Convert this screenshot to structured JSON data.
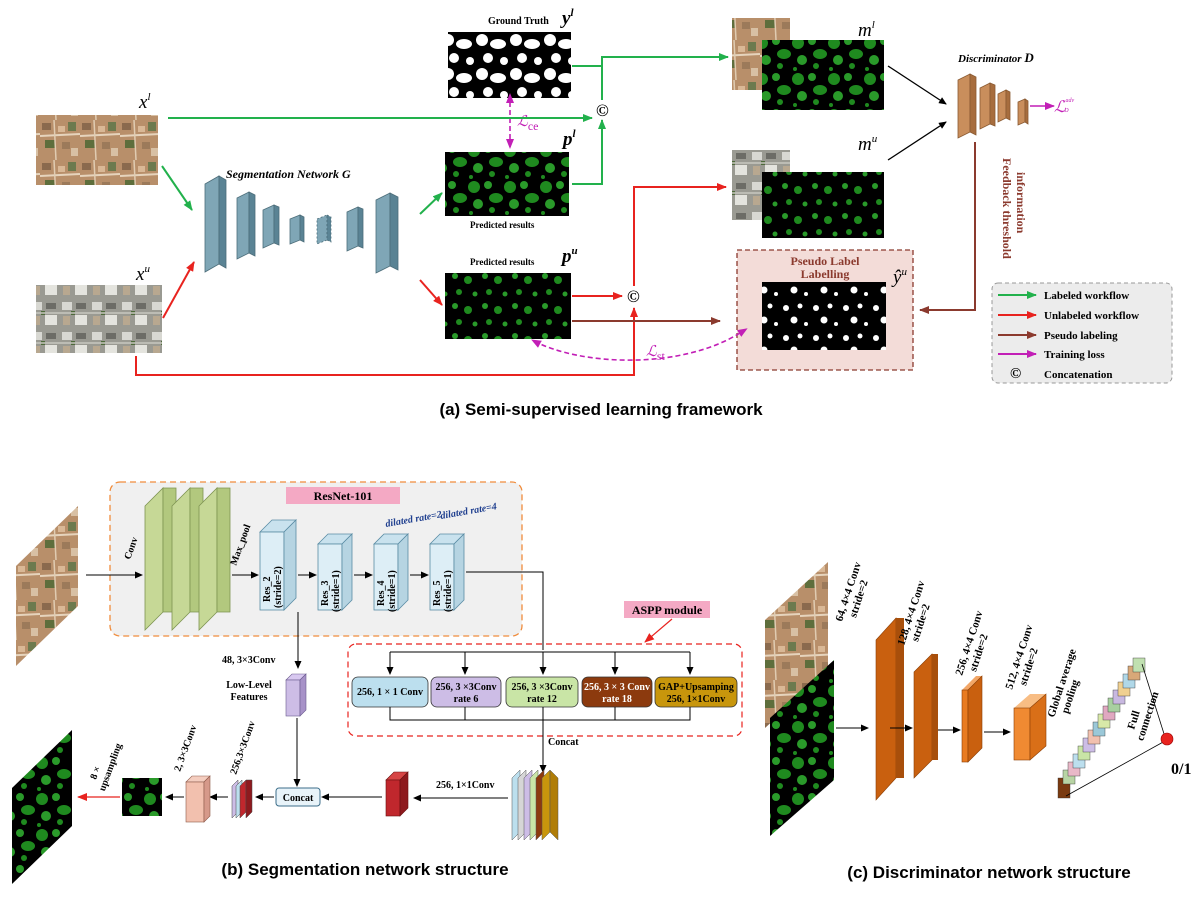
{
  "panel_a": {
    "caption": "(a) Semi-supervised learning framework",
    "x_l": "x",
    "x_l_sup": "l",
    "x_u": "x",
    "x_u_sup": "u",
    "seg_net": "Segmentation Network G",
    "ground_truth": "Ground Truth",
    "y_l": "y",
    "y_l_sup": "l",
    "p_l": "p",
    "p_l_sup": "l",
    "p_u": "p",
    "p_u_sup": "u",
    "predicted_results_1": "Predicted results",
    "predicted_results_2": "Predicted results",
    "l_ce": "ℒ",
    "l_ce_sub": "ce",
    "l_st": "ℒ",
    "l_st_sub": "st",
    "m_l": "m",
    "m_l_sup": "l",
    "m_u": "m",
    "m_u_sup": "u",
    "discriminator": "Discriminator",
    "discriminator_d": "D",
    "l_adv": "ℒ",
    "l_adv_sup": "adv",
    "l_adv_sub": "D",
    "concat_symbol": "©",
    "feedback_line1": "Feedback threshold",
    "feedback_line2": "information",
    "pseudo_label_line1": "Pseudo Label",
    "pseudo_label_line2": "Labelling",
    "y_hat_u": "ŷ",
    "y_hat_u_sup": "u",
    "legend": [
      {
        "label": "Labeled workflow",
        "color": "#22b14c",
        "kind": "arrow"
      },
      {
        "label": "Unlabeled workflow",
        "color": "#e8231f",
        "kind": "arrow"
      },
      {
        "label": "Pseudo labeling",
        "color": "#8b3a2e",
        "kind": "arrow"
      },
      {
        "label": "Training loss",
        "color": "#c21fb6",
        "kind": "arrow"
      },
      {
        "label": "Concatenation",
        "color": "#000000",
        "kind": "symbol",
        "symbol": "©"
      }
    ]
  },
  "panel_b": {
    "caption": "(b) Segmentation network structure",
    "resnet": "ResNet-101",
    "conv": "Conv",
    "max_pool": "Max_pool",
    "dilated2": "dilated rate=2",
    "dilated4": "dilated rate=4",
    "res_blocks": [
      {
        "name": "Res_2",
        "stride": "(stride=2)"
      },
      {
        "name": "Res_3",
        "stride": "(stride=1)"
      },
      {
        "name": "Res_4",
        "stride": "(stride=1)"
      },
      {
        "name": "Res_5",
        "stride": "(stride=1)"
      }
    ],
    "aspp": "ASPP module",
    "aspp_branches": [
      {
        "line1": "256, 1 × 1 Conv",
        "line2": "",
        "color": "#bcdfee"
      },
      {
        "line1": "256, 3 ×3Conv",
        "line2": "rate 6",
        "color": "#cdbde6"
      },
      {
        "line1": "256, 3 ×3Conv",
        "line2": "rate 12",
        "color": "#c9e5a6"
      },
      {
        "line1": "256, 3 × 3 Conv",
        "line2": "rate 18",
        "color": "#8c3a0e"
      },
      {
        "line1": "GAP+Upsamping",
        "line2": "256, 1×1Conv",
        "color": "#c8960c"
      }
    ],
    "low_conv": "48, 3×3Conv",
    "low_level_1": "Low-Level",
    "low_level_2": "Features",
    "concat_aspp": "Concat",
    "conv_1x1": "256, 1×1Conv",
    "concat_box": "Concat",
    "conv_256_3x3": "256,3×3Conv",
    "conv_2_3x3": "2, 3×3Conv",
    "upsampling_1": "8 ×",
    "upsampling_2": "upsampling"
  },
  "panel_c": {
    "caption": "(c) Discriminator network structure",
    "layers": [
      {
        "line1": "64, 4×4 Conv",
        "line2": "stride=2"
      },
      {
        "line1": "128, 4×4 Conv",
        "line2": "stride=2"
      },
      {
        "line1": "256, 4×4 Conv",
        "line2": "stride=2"
      },
      {
        "line1": "512, 4×4 Conv",
        "line2": "stride=2"
      }
    ],
    "gap_1": "Global average",
    "gap_2": "pooling",
    "fc_1": "Full",
    "fc_2": "connection",
    "output": "0/1"
  },
  "colors": {
    "labeled": "#22b14c",
    "unlabeled": "#e8231f",
    "pseudo": "#8b3a2e",
    "loss": "#c21fb6",
    "seg_block": "#7fa6b6",
    "disc_block": "#c98e5c",
    "resnet_green": "#c6d896",
    "res_block": "#ddeef6",
    "disc_conv": "#c9600f",
    "mask_green": "#1f8a1f"
  }
}
